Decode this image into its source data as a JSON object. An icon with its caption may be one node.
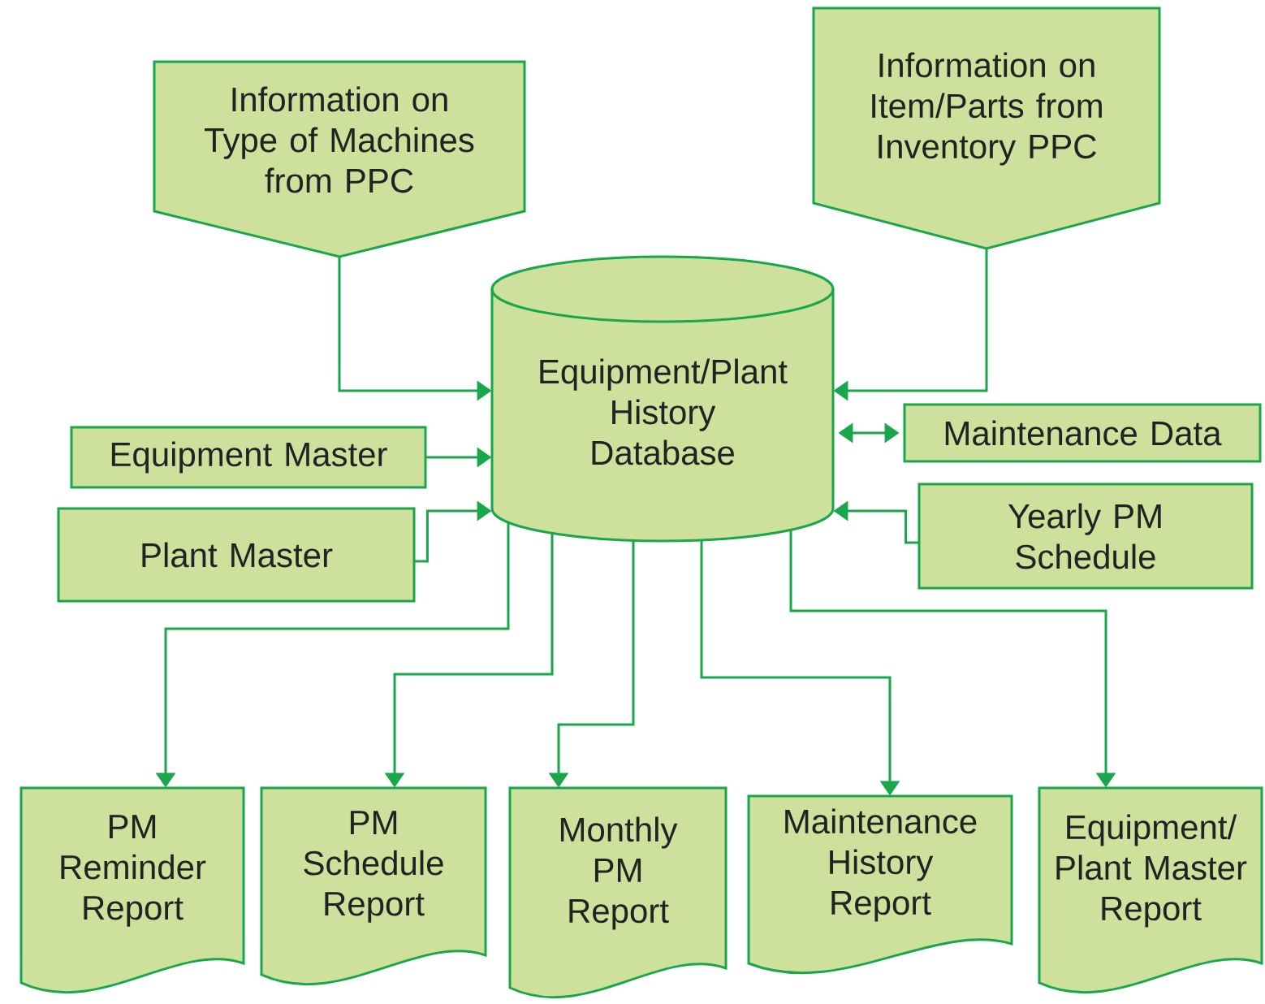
{
  "diagram": {
    "nodes": [
      {
        "text": [
          "Information on Type of Machines from PPC"
        ]
      },
      {
        "text": [
          "Information on Item/Parts from Inventory PPC"
        ]
      },
      {
        "text": [
          "Equipment/Plant History Database"
        ]
      },
      {
        "text": [
          "Equipment Master"
        ]
      },
      {
        "text": [
          "Maintenance Data"
        ]
      },
      {
        "text": [
          "Plant Master"
        ]
      },
      {
        "text": [
          "Yearly PM Schedule"
        ]
      },
      {
        "text": [
          "PM Reminder Report"
        ]
      },
      {
        "text": [
          "PM Schedule Report"
        ]
      },
      {
        "text": [
          "Monthly PM Report"
        ]
      },
      {
        "text": [
          "Maintenance History Report"
        ]
      },
      {
        "text": [
          "Equipment/ Plant Master Report"
        ]
      }
    ],
    "edges": [
      {
        "from": 0,
        "to": 2,
        "arrow": "to"
      },
      {
        "from": 1,
        "to": 2,
        "arrow": "to"
      },
      {
        "from": 3,
        "to": 2,
        "arrow": "to"
      },
      {
        "from": 2,
        "to": 4,
        "arrow": "both"
      },
      {
        "from": 5,
        "to": 2,
        "arrow": "to"
      },
      {
        "from": 6,
        "to": 2,
        "arrow": "to"
      },
      {
        "from": 2,
        "to": 7,
        "arrow": "to"
      },
      {
        "from": 2,
        "to": 8,
        "arrow": "to"
      },
      {
        "from": 2,
        "to": 9,
        "arrow": "to"
      },
      {
        "from": 2,
        "to": 10,
        "arrow": "to"
      },
      {
        "from": 2,
        "to": 11,
        "arrow": "to"
      }
    ]
  }
}
